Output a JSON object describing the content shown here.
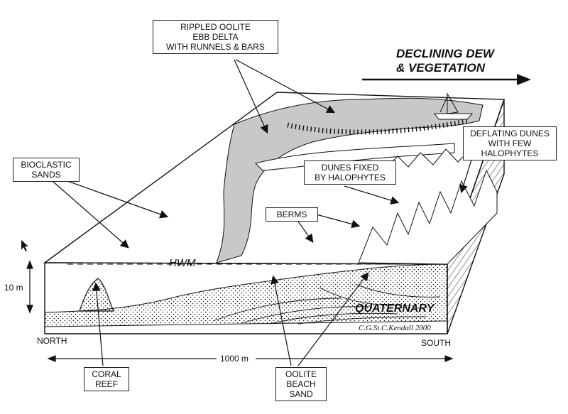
{
  "colors": {
    "line": "#111111",
    "shade": "#c8c8c8",
    "background": "#ffffff"
  },
  "labels": {
    "ebb_delta": [
      "RIPPLED OOLITE",
      "EBB DELTA",
      "WITH RUNNELS  & BARS"
    ],
    "trend": [
      "DECLINING DEW",
      "& VEGETATION"
    ],
    "deflating_dunes": [
      "DEFLATING DUNES",
      "WITH FEW",
      "HALOPHYTES"
    ],
    "bioclastic": [
      "BIOCLASTIC",
      "SANDS"
    ],
    "dunes_fixed": [
      "DUNES FIXED",
      "BY HALOPHYTES"
    ],
    "berms": "BERMS",
    "hwm": "HWM",
    "quaternary": "QUATERNARY",
    "credit": "C.G.St.C.Kendall 2000",
    "north": "NORTH",
    "south": "SOUTH",
    "vertical_scale": "10 m",
    "horizontal_scale": "1000 m",
    "coral_reef": [
      "CORAL",
      "REEF"
    ],
    "oolite_beach": [
      "OOLITE",
      "BEACH",
      "SAND"
    ]
  },
  "icons": [
    "sailboat-icon",
    "cursor-arrow-icon"
  ]
}
